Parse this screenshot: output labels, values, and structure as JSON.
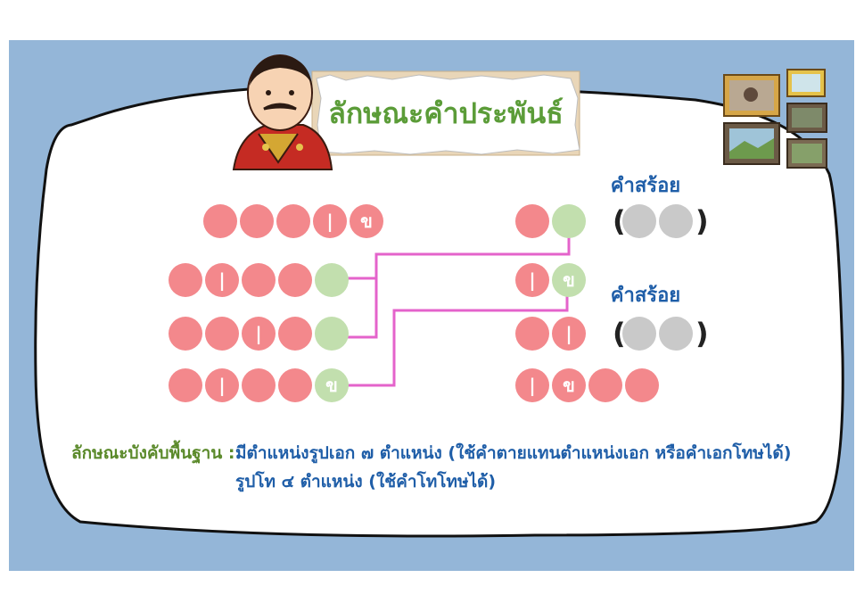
{
  "title": "ลักษณะคำประพันธ์",
  "annotations": [
    "คำสร้อย",
    "คำสร้อย"
  ],
  "marks": {
    "ek": "|",
    "tho": "ข"
  },
  "colors": {
    "background": "#94b6d8",
    "plain": "#f3888c",
    "rhyme": "#c2dfae",
    "optional": "#c9c9c9",
    "link": "#e463cb",
    "title": "#5b9c38",
    "annotation": "#1f5ea8"
  },
  "rows": [
    {
      "cells": [
        "plain",
        "plain",
        "plain",
        "plain-ek",
        "plain-tho"
      ],
      "tail": [
        "plain",
        "rhyme"
      ],
      "optional": 2
    },
    {
      "cells": [
        "plain",
        "plain-ek",
        "plain",
        "plain",
        "rhyme"
      ],
      "tail": [
        "plain-ek",
        "rhyme-tho"
      ]
    },
    {
      "cells": [
        "plain",
        "plain",
        "plain-ek",
        "plain",
        "rhyme"
      ],
      "tail": [
        "plain",
        "plain-ek"
      ],
      "optional": 2
    },
    {
      "cells": [
        "plain",
        "plain-ek",
        "plain",
        "plain",
        "rhyme-tho"
      ],
      "tail": [
        "plain-ek",
        "plain-tho",
        "plain",
        "plain"
      ]
    }
  ],
  "caption": {
    "label": "ลักษณะบังคับพื้นฐาน :",
    "line1": "มีตำแหน่งรูปเอก ๗ ตำแหน่ง (ใช้คำตายแทนตำแหน่งเอก หรือคำเอกโทษได้)",
    "line2": "รูปโท ๔ ตำแหน่ง (ใช้คำโทโทษได้)"
  }
}
